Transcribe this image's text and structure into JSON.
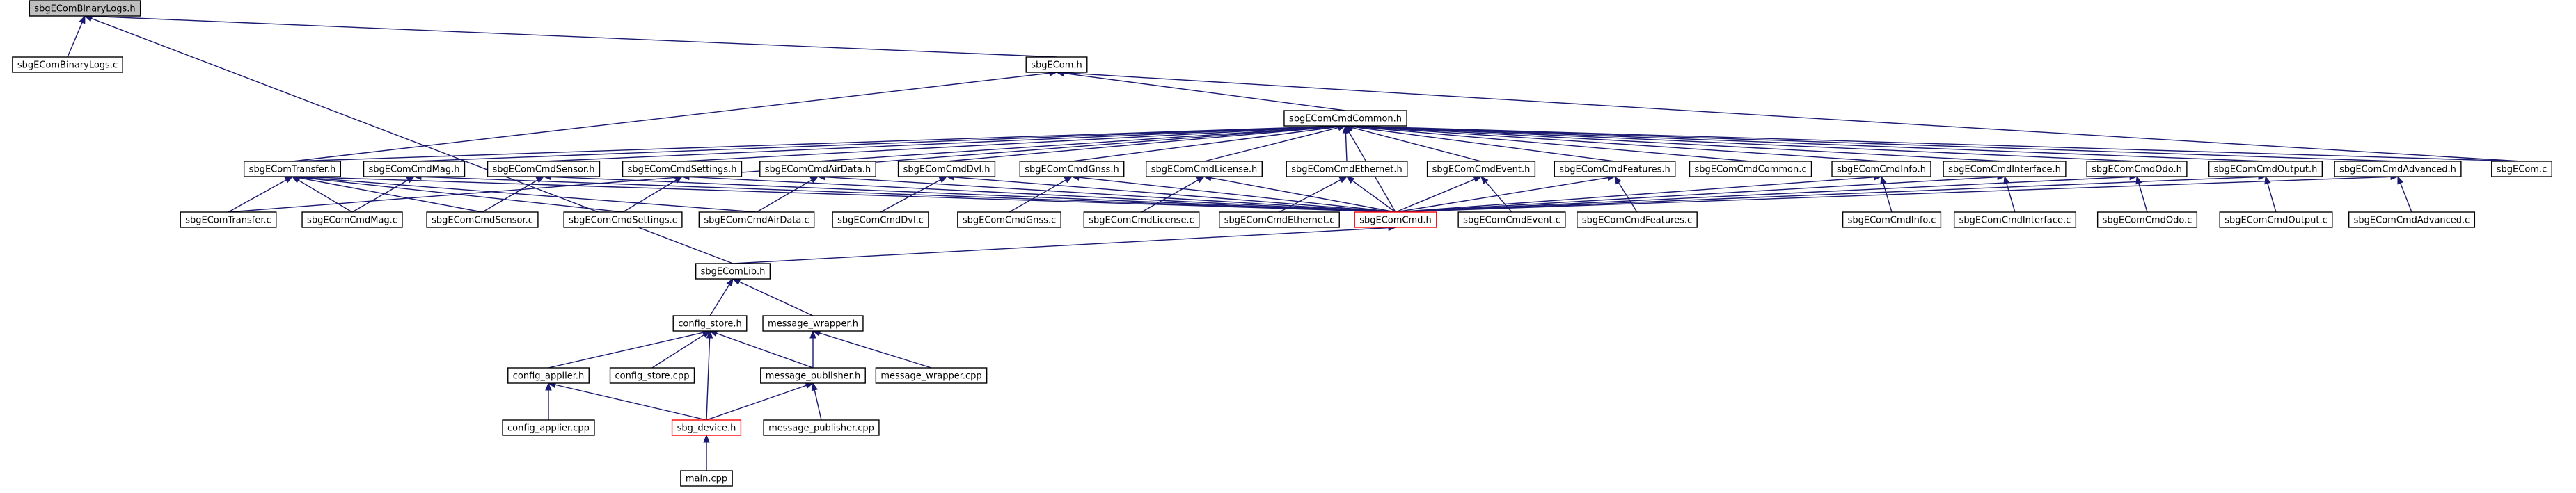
{
  "diagram": {
    "edge_color": "#191970",
    "root_fill": "#bfbfbf",
    "highlight_stroke": "#ff0000",
    "nodes": {
      "sbgecombinarylogs_h": "sbgEComBinaryLogs.h",
      "sbgecombinarylogs_c": "sbgEComBinaryLogs.c",
      "sbgecom_h": "sbgECom.h",
      "sbgecomcmdcommon_h": "sbgEComCmdCommon.h",
      "sbgecomtransfer_h": "sbgEComTransfer.h",
      "sbgecomcmdmag_h": "sbgEComCmdMag.h",
      "sbgecomcmdsensor_h": "sbgEComCmdSensor.h",
      "sbgecomcmdsettings_h": "sbgEComCmdSettings.h",
      "sbgecomcmdairdata_h": "sbgEComCmdAirData.h",
      "sbgecomcmddvl_h": "sbgEComCmdDvl.h",
      "sbgecomcmdgnss_h": "sbgEComCmdGnss.h",
      "sbgecomcmdlicense_h": "sbgEComCmdLicense.h",
      "sbgecomcmdethernet_h": "sbgEComCmdEthernet.h",
      "sbgecomcmdevent_h": "sbgEComCmdEvent.h",
      "sbgecomcmdfeatures_h": "sbgEComCmdFeatures.h",
      "sbgecomcmdcommon_c": "sbgEComCmdCommon.c",
      "sbgecomcmdinfo_h": "sbgEComCmdInfo.h",
      "sbgecomcmdinterface_h": "sbgEComCmdInterface.h",
      "sbgecomcmdodo_h": "sbgEComCmdOdo.h",
      "sbgecomcmdoutput_h": "sbgEComCmdOutput.h",
      "sbgecomcmdadvanced_h": "sbgEComCmdAdvanced.h",
      "sbgecom_c": "sbgECom.c",
      "sbgecomtransfer_c": "sbgEComTransfer.c",
      "sbgecomcmdmag_c": "sbgEComCmdMag.c",
      "sbgecomcmdsensor_c": "sbgEComCmdSensor.c",
      "sbgecomcmdsettings_c": "sbgEComCmdSettings.c",
      "sbgecomcmdairdata_c": "sbgEComCmdAirData.c",
      "sbgecomcmddvl_c": "sbgEComCmdDvl.c",
      "sbgecomcmdgnss_c": "sbgEComCmdGnss.c",
      "sbgecomcmdlicense_c": "sbgEComCmdLicense.c",
      "sbgecomcmdethernet_c": "sbgEComCmdEthernet.c",
      "sbgecomcmd_h": "sbgEComCmd.h",
      "sbgecomcmdevent_c": "sbgEComCmdEvent.c",
      "sbgecomcmdfeatures_c": "sbgEComCmdFeatures.c",
      "sbgecomcmdinfo_c": "sbgEComCmdInfo.c",
      "sbgecomcmdinterface_c": "sbgEComCmdInterface.c",
      "sbgecomcmdodo_c": "sbgEComCmdOdo.c",
      "sbgecomcmdoutput_c": "sbgEComCmdOutput.c",
      "sbgecomcmdadvanced_c": "sbgEComCmdAdvanced.c",
      "sbgecomlib_h": "sbgEComLib.h",
      "config_store_h": "config_store.h",
      "message_wrapper_h": "message_wrapper.h",
      "config_applier_h": "config_applier.h",
      "config_store_cpp": "config_store.cpp",
      "message_publisher_h": "message_publisher.h",
      "message_wrapper_cpp": "message_wrapper.cpp",
      "config_applier_cpp": "config_applier.cpp",
      "sbg_device_h": "sbg_device.h",
      "message_publisher_cpp": "message_publisher.cpp",
      "main_cpp": "main.cpp"
    }
  }
}
